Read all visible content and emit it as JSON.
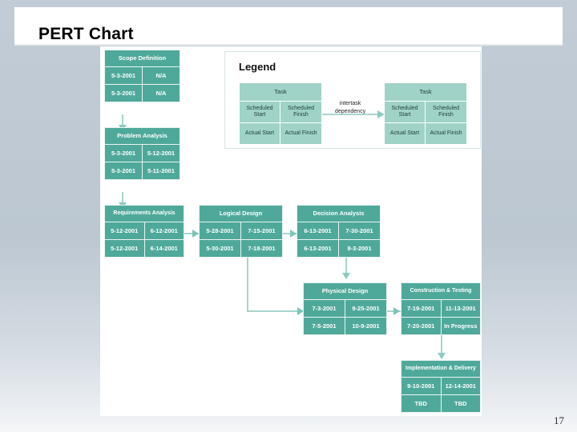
{
  "slide": {
    "title": "PERT Chart",
    "page_number": "17"
  },
  "legend": {
    "heading": "Legend",
    "dependency_label": "intertask dependency",
    "left_task": {
      "title": "Task",
      "scheduled_start": "Scheduled Start",
      "scheduled_finish": "Scheduled Finish",
      "actual_start": "Actual Start",
      "actual_finish": "Actual Finish"
    },
    "right_task": {
      "title": "Task",
      "scheduled_start": "Scheduled Start",
      "scheduled_finish": "Scheduled Finish",
      "actual_start": "Actual Start",
      "actual_finish": "Actual Finish"
    }
  },
  "chart_data": {
    "type": "diagram",
    "title": "PERT Chart",
    "node_fields": [
      "Scheduled Start",
      "Scheduled Finish",
      "Actual Start",
      "Actual Finish"
    ],
    "nodes": [
      {
        "id": "scope-definition",
        "title": "Scope Definition",
        "scheduled_start": "5-3-2001",
        "scheduled_finish": "N/A",
        "actual_start": "5-3-2001",
        "actual_finish": "N/A"
      },
      {
        "id": "problem-analysis",
        "title": "Problem Analysis",
        "scheduled_start": "5-3-2001",
        "scheduled_finish": "5-12-2001",
        "actual_start": "5-3-2001",
        "actual_finish": "5-11-2001"
      },
      {
        "id": "requirements-analysis",
        "title": "Requirements Analysis",
        "scheduled_start": "5-12-2001",
        "scheduled_finish": "6-12-2001",
        "actual_start": "5-12-2001",
        "actual_finish": "6-14-2001"
      },
      {
        "id": "logical-design",
        "title": "Logical Design",
        "scheduled_start": "5-28-2001",
        "scheduled_finish": "7-15-2001",
        "actual_start": "5-30-2001",
        "actual_finish": "7-18-2001"
      },
      {
        "id": "decision-analysis",
        "title": "Decision Analysis",
        "scheduled_start": "6-13-2001",
        "scheduled_finish": "7-30-2001",
        "actual_start": "6-13-2001",
        "actual_finish": "8-3-2001"
      },
      {
        "id": "physical-design",
        "title": "Physical Design",
        "scheduled_start": "7-3-2001",
        "scheduled_finish": "9-25-2001",
        "actual_start": "7-5-2001",
        "actual_finish": "10-9-2001"
      },
      {
        "id": "construction-testing",
        "title": "Construction & Testing",
        "scheduled_start": "7-19-2001",
        "scheduled_finish": "11-13-2001",
        "actual_start": "7-20-2001",
        "actual_finish": "In Progress"
      },
      {
        "id": "implementation-delivery",
        "title": "Implementation & Delivery",
        "scheduled_start": "9-10-2001",
        "scheduled_finish": "12-14-2001",
        "actual_start": "TBD",
        "actual_finish": "TBD"
      }
    ],
    "edges": [
      {
        "from": "scope-definition",
        "to": "problem-analysis"
      },
      {
        "from": "problem-analysis",
        "to": "requirements-analysis"
      },
      {
        "from": "requirements-analysis",
        "to": "logical-design"
      },
      {
        "from": "logical-design",
        "to": "decision-analysis"
      },
      {
        "from": "logical-design",
        "to": "physical-design"
      },
      {
        "from": "decision-analysis",
        "to": "physical-design"
      },
      {
        "from": "physical-design",
        "to": "construction-testing"
      },
      {
        "from": "construction-testing",
        "to": "implementation-delivery"
      }
    ]
  },
  "colors": {
    "node_fill": "#4fa99a",
    "legend_fill": "#9fd3c7",
    "connector": "#a8d6ce",
    "background": "#bcc7d1"
  }
}
